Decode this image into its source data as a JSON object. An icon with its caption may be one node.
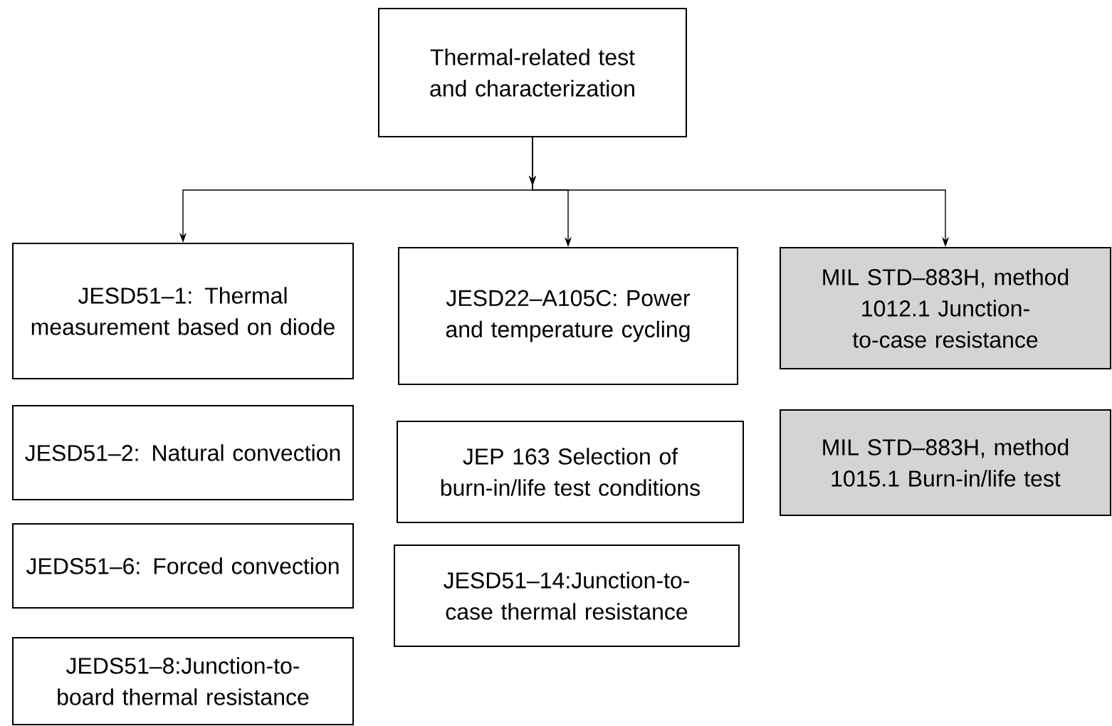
{
  "diagram": {
    "nodes": [
      {
        "text": [
          "Thermal-related test and characterization"
        ]
      },
      {
        "text": [
          "JESD51–1: Thermal measurement based on diode"
        ]
      },
      {
        "text": [
          "JESD51–2: Natural convection"
        ]
      },
      {
        "text": [
          "JEDS51–6: Forced convection"
        ]
      },
      {
        "text": [
          "JEDS51–8:Junction-to-board thermal resistance"
        ]
      },
      {
        "text": [
          "JESD22–A105C: Power and temperature cycling"
        ]
      },
      {
        "text": [
          "JEP 163 Selection of burn-in/life test conditions"
        ]
      },
      {
        "text": [
          "JESD51–14:Junction-to-case thermal resistance"
        ]
      },
      {
        "text": [
          "MIL STD–883H, method 1012.1 Junction-to-case resistance"
        ]
      },
      {
        "text": [
          "MIL STD–883H, method 1015.1 Burn-in/life test"
        ]
      }
    ],
    "edges": [
      {
        "from": 0,
        "to": 1,
        "arrow": "to"
      },
      {
        "from": 0,
        "to": 5,
        "arrow": "to"
      },
      {
        "from": 0,
        "to": 8,
        "arrow": "to"
      }
    ]
  }
}
